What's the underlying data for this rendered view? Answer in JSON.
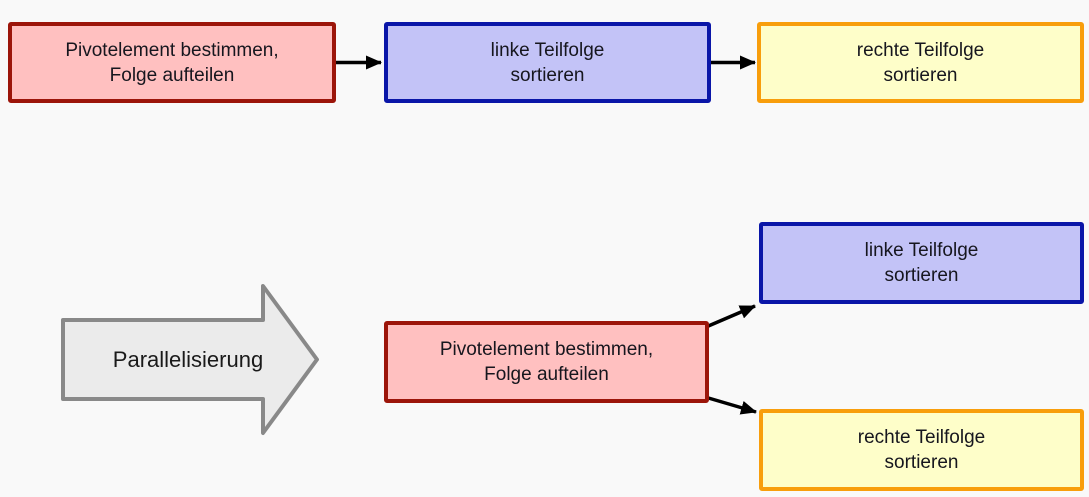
{
  "diagram": {
    "sequential_flow": {
      "pivot_box": {
        "label": "Pivotelement bestimmen,\nFolge aufteilen"
      },
      "left_box": {
        "label": "linke Teilfolge\nsortieren"
      },
      "right_box": {
        "label": "rechte Teilfolge\nsortieren"
      }
    },
    "transform_arrow": {
      "label": "Parallelisierung"
    },
    "parallel_flow": {
      "pivot_box": {
        "label": "Pivotelement bestimmen,\nFolge aufteilen"
      },
      "left_box": {
        "label": "linke Teilfolge\nsortieren"
      },
      "right_box": {
        "label": "rechte Teilfolge\nsortieren"
      }
    },
    "colors": {
      "background": "#F9F9F9",
      "pivot_fill": "#FFC0C0",
      "pivot_border": "#9C150A",
      "left_fill": "#C3C3F7",
      "left_border": "#0A16A8",
      "right_fill": "#FEFEC9",
      "right_border": "#F89E0C",
      "transform_fill": "#EBEBEB",
      "transform_border": "#898989",
      "connector": "#000000",
      "text": "#16161E"
    }
  }
}
